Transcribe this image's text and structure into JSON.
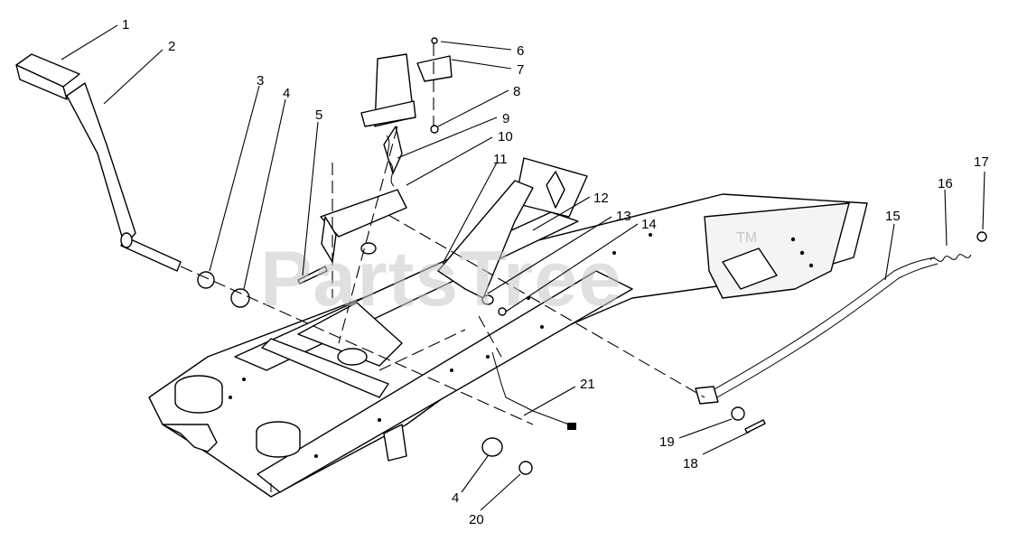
{
  "watermark": {
    "text": "PartsTree",
    "trademark": "TM"
  },
  "callouts": [
    {
      "id": "c1",
      "label": "1"
    },
    {
      "id": "c2",
      "label": "2"
    },
    {
      "id": "c3",
      "label": "3"
    },
    {
      "id": "c4a",
      "label": "4"
    },
    {
      "id": "c5",
      "label": "5"
    },
    {
      "id": "c6",
      "label": "6"
    },
    {
      "id": "c7",
      "label": "7"
    },
    {
      "id": "c8",
      "label": "8"
    },
    {
      "id": "c9",
      "label": "9"
    },
    {
      "id": "c10",
      "label": "10"
    },
    {
      "id": "c11",
      "label": "11"
    },
    {
      "id": "c12",
      "label": "12"
    },
    {
      "id": "c13",
      "label": "13"
    },
    {
      "id": "c14",
      "label": "14"
    },
    {
      "id": "c15",
      "label": "15"
    },
    {
      "id": "c16",
      "label": "16"
    },
    {
      "id": "c17",
      "label": "17"
    },
    {
      "id": "c18",
      "label": "18"
    },
    {
      "id": "c19",
      "label": "19"
    },
    {
      "id": "c20",
      "label": "20"
    },
    {
      "id": "c21",
      "label": "21"
    },
    {
      "id": "c4b",
      "label": "4"
    }
  ]
}
